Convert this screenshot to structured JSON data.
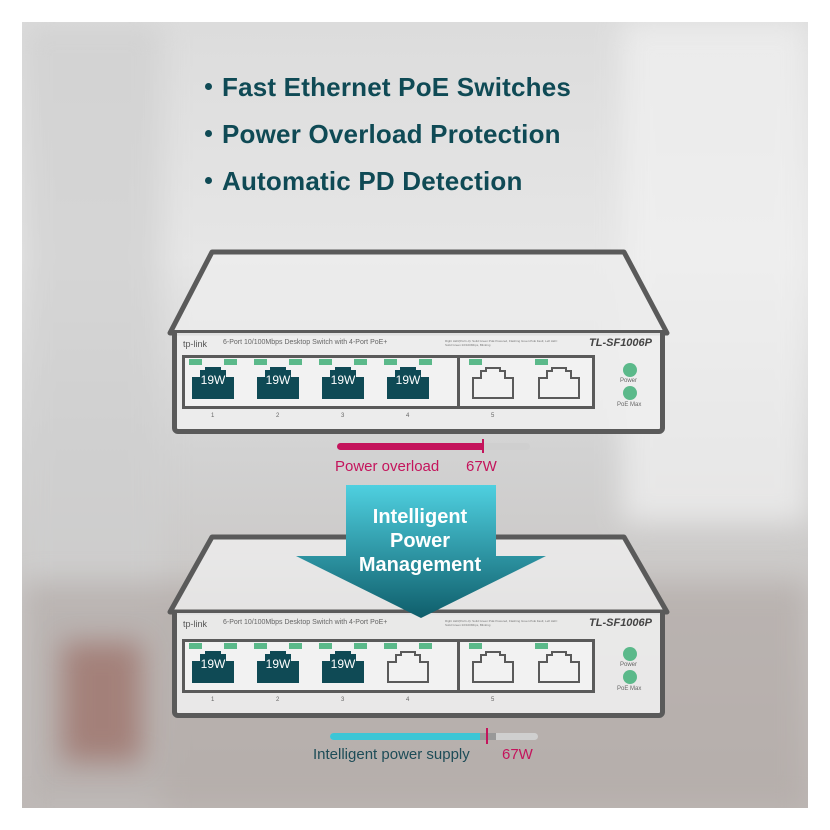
{
  "bullets": [
    "Fast Ethernet PoE Switches",
    "Power Overload Protection",
    "Automatic PD Detection"
  ],
  "switch": {
    "brand": "tp-link",
    "description": "6-Port 10/100Mbps Desktop Switch with 4-Port PoE+",
    "led_legend": "Right LED(Port1-4): Solid Green:PoE Powered, Flashing Green:PoE Fault; Left LED: Solid Green:10/100Mbps, Blinking",
    "model": "TL-SF1006P",
    "power_label": "Power",
    "poe_max_label": "PoE Max",
    "port_numbers": [
      "1",
      "2",
      "3",
      "4",
      "5"
    ]
  },
  "before": {
    "ports": [
      "19W",
      "19W",
      "19W",
      "19W",
      "",
      ""
    ],
    "bar_fraction": 0.76,
    "caption": "Power overload",
    "value": "67W",
    "color": "#c4145c"
  },
  "arrow": {
    "text_lines": [
      "Intelligent",
      "Power",
      "Management"
    ],
    "color": "#177d8c"
  },
  "after": {
    "ports": [
      "19W",
      "19W",
      "19W",
      "",
      "",
      ""
    ],
    "bar_fraction": 0.72,
    "caption": "Intelligent power supply",
    "value": "67W",
    "color": "#3cc6d6",
    "marker_color": "#c4145c"
  }
}
